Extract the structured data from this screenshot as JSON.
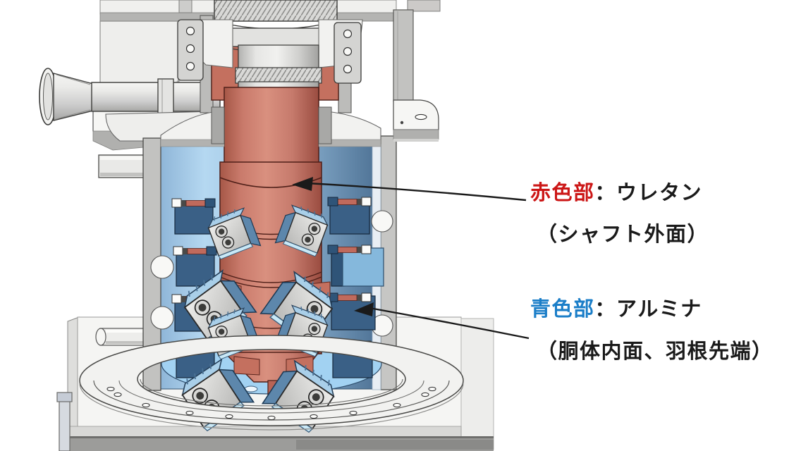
{
  "figure": {
    "type": "cad-cutaway-diagram",
    "subject": "vertical-mixer-cross-section",
    "background": "#ffffff",
    "colors": {
      "urethane_red_part": "#c9786b",
      "alumina_light_blue_part": "#a6cde9",
      "alumina_dark_blue_part": "#3a6086",
      "metal_gray": "#c9c9c7",
      "annotation_red_text": "#cc1616",
      "annotation_blue_text": "#1b7ec8",
      "annotation_black_text": "#1a1a1a"
    }
  },
  "annotations": {
    "red": {
      "label": "赤色部",
      "separator": "：",
      "material": "ウレタン",
      "detail": "（シャフト外面）"
    },
    "blue": {
      "label": "青色部",
      "separator": "：",
      "material": "アルミナ",
      "detail": "（胴体内面、羽根先端）"
    }
  }
}
